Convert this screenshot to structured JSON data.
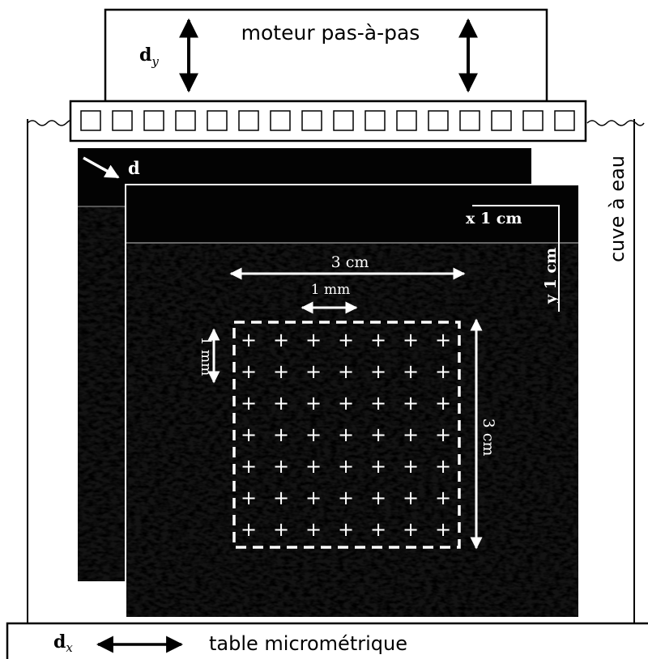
{
  "labels": {
    "motor": "moteur pas-à-pas",
    "tank": "cuve à eau",
    "table": "table micrométrique",
    "dy_main": "d",
    "dy_sub": "y",
    "dx_main": "d",
    "dx_sub": "x",
    "d_offset": "d",
    "x_axis": "x 1 cm",
    "y_axis": "y 1 cm",
    "width_3cm": "3 cm",
    "height_3cm": "3 cm",
    "pitch_x": "1 mm",
    "pitch_y": "1 mm"
  },
  "transducer": {
    "element_count": 16
  },
  "grid": {
    "columns": 7,
    "rows": 7,
    "marker": "+"
  },
  "colors": {
    "ink": "#000000",
    "water": "#030303",
    "speckle_dark": "#141414",
    "speckle_light": "#b8b8b8",
    "annotation": "#ffffff"
  }
}
